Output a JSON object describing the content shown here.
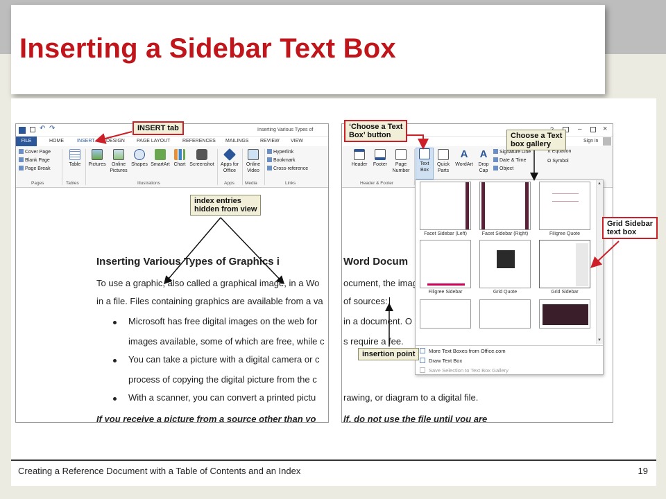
{
  "slide": {
    "title": "Inserting a Sidebar Text Box",
    "footer_text": "Creating a Reference Document with a Table of Contents and an Index",
    "page_number": "19"
  },
  "left_screen": {
    "window_title": "Inserting Various Types of",
    "tabs": [
      "FILE",
      "HOME",
      "INSERT",
      "DESIGN",
      "PAGE LAYOUT",
      "REFERENCES",
      "MAILINGS",
      "REVIEW",
      "VIEW"
    ],
    "pages_cmds": [
      "Cover Page",
      "Blank Page",
      "Page Break"
    ],
    "ribbon_buttons": {
      "table": "Table",
      "pictures": "Pictures",
      "online_pictures_1": "Online",
      "online_pictures_2": "Pictures",
      "shapes": "Shapes",
      "smartart": "SmartArt",
      "chart": "Chart",
      "screenshot": "Screenshot",
      "apps_1": "Apps for",
      "apps_2": "Office",
      "video_1": "Online",
      "video_2": "Video"
    },
    "links_cmds": [
      "Hyperlink",
      "Bookmark",
      "Cross-reference"
    ],
    "groups": [
      "Pages",
      "Tables",
      "Illustrations",
      "Apps",
      "Media",
      "Links"
    ],
    "doc": {
      "heading": "Inserting Various Types of Graphics i",
      "line1": "To use a graphic, also called a graphical image, in a Wo",
      "line2": "in a file. Files containing graphics are available from a va",
      "bullet1a": "Microsoft has free digital images on the web for",
      "bullet1b": "images available, some of which are free, while c",
      "bullet2a": "You can take a picture with a digital camera or c",
      "bullet2b": "process of copying the digital picture from the c",
      "bullet3a": "With a scanner, you can convert a printed pictu",
      "bold_line": "If you receive a picture from a source other than yo"
    }
  },
  "right_screen": {
    "sign_in": "Sign in",
    "ribbon_buttons": {
      "header": "Header",
      "footer": "Footer",
      "page_number_1": "Page",
      "page_number_2": "Number",
      "text_box_1": "Text",
      "text_box_2": "Box",
      "quick_parts_1": "Quick",
      "quick_parts_2": "Parts",
      "wordart": "WordArt",
      "drop_cap_1": "Drop",
      "drop_cap_2": "Cap"
    },
    "small_cmds": [
      "Signature Line",
      "Date & Time",
      "Object",
      "Equation",
      "Symbol"
    ],
    "group_label": "Header & Footer",
    "doc": {
      "heading": "Word Docum",
      "line1": "ocument, the image",
      "line2": "of sources:",
      "bullet1a": "in a document. O",
      "bullet1b": "s require a fee.",
      "bullet3a": "rawing, or diagram to a digital file.",
      "bold_line": "lf, do not use the file until you are"
    },
    "gallery": {
      "row1_labels": [
        "Facet Sidebar (Left)",
        "Facet Sidebar (Right)",
        "Filigree Quote"
      ],
      "row2_labels": [
        "Filigree Sidebar",
        "Grid Quote",
        "Grid Sidebar"
      ],
      "menu_items": [
        "More Text Boxes from Office.com",
        "Draw Text Box",
        "Save Selection to Text Box Gallery"
      ]
    }
  },
  "callouts": {
    "insert_tab": "INSERT tab",
    "index_entries_1": "index entries",
    "index_entries_2": "hidden from view",
    "choose_text_box_1": "‘Choose a Text",
    "choose_text_box_2": "Box’ button",
    "gallery_1": "Choose a Text",
    "gallery_2": "box gallery",
    "grid_sidebar_1": "Grid Sidebar",
    "grid_sidebar_2": "text box",
    "insertion_point": "insertion point"
  },
  "colors": {
    "title_red": "#c0151b",
    "callout_red": "#cc1f27",
    "word_blue": "#2b579a",
    "callout_tan": "#f2efd9"
  }
}
